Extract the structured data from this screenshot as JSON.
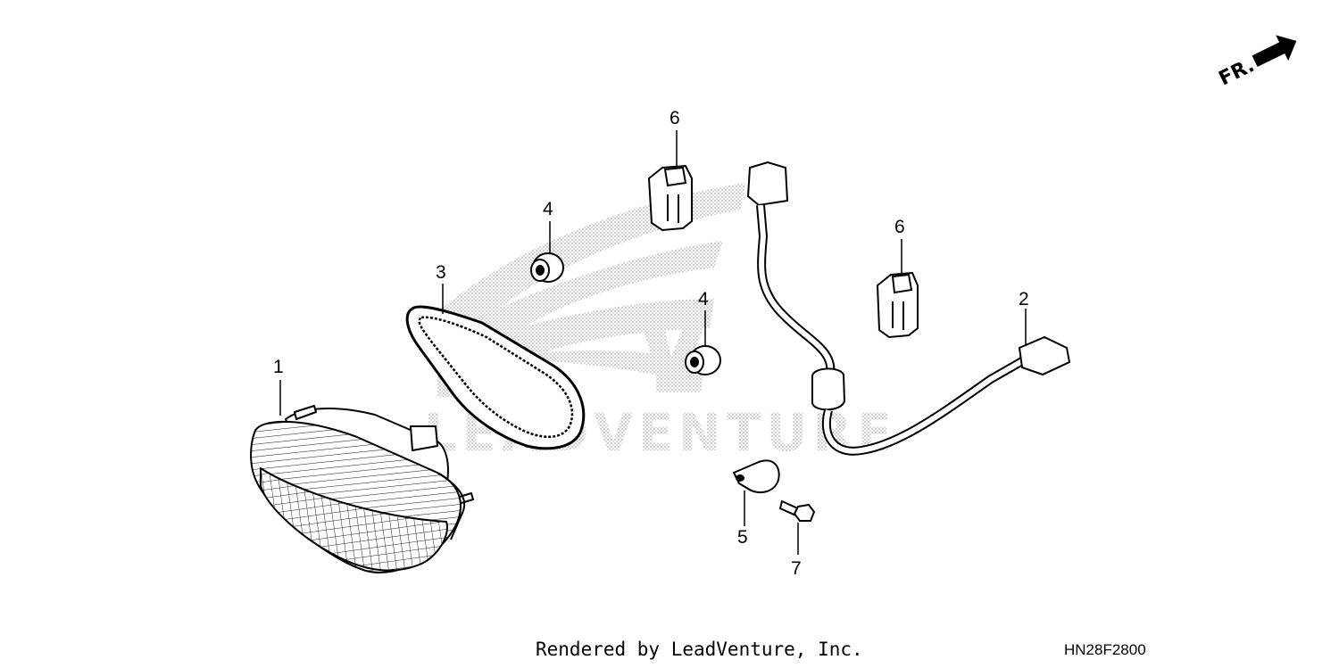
{
  "direction_label": "FR.",
  "callouts": [
    {
      "id": "1",
      "label": "1"
    },
    {
      "id": "2",
      "label": "2"
    },
    {
      "id": "3",
      "label": "3"
    },
    {
      "id": "4a",
      "label": "4"
    },
    {
      "id": "4b",
      "label": "4"
    },
    {
      "id": "5",
      "label": "5"
    },
    {
      "id": "6a",
      "label": "6"
    },
    {
      "id": "6b",
      "label": "6"
    },
    {
      "id": "7",
      "label": "7"
    }
  ],
  "watermark_text": "LEADVENTURE",
  "footer": {
    "credit": "Rendered by LeadVenture, Inc.",
    "diagram_code": "HN28F2800"
  }
}
